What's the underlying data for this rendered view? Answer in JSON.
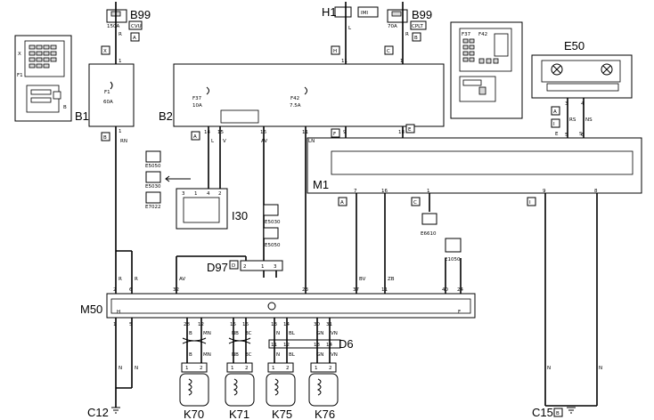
{
  "components": {
    "b99_left": "B99",
    "b99_right": "B99",
    "h1": "H1",
    "e50": "E50",
    "b1": "B1",
    "b2": "B2",
    "m1": "M1",
    "i30": "I30",
    "d97": "D97",
    "m50": "M50",
    "d6": "D6",
    "c12": "C12",
    "c15": "C15",
    "k70": "K70",
    "k71": "K71",
    "k75": "K75",
    "k76": "K76"
  },
  "tags": {
    "b99l_fuse": "150A",
    "b99l_code": "CVU",
    "b99r_fuse": "70A",
    "b99r_code": "CPLT",
    "h1_code": "IMI",
    "e50_e": "E",
    "e50_s": "S",
    "f37_inset": "F37",
    "f42_inset": "F42",
    "c15_box": "B",
    "d97_box": "D",
    "conn_x": "X",
    "conn_h": "H",
    "conn_c": "C",
    "conn_b": "B",
    "conn_a_top": "A",
    "conn_a_b99r": "B",
    "conn_a": "A",
    "conn_f": "F",
    "conn_e": "E",
    "conn_a_e50": "A",
    "conn_i": "I",
    "conn_a_m1": "A",
    "conn_c_m1": "C",
    "conn_i_m1": "I",
    "conn_h_m50": "H",
    "conn_f_m50": "F"
  },
  "fuses": {
    "b1_name": "F1",
    "b1_rating": "60A",
    "f37_name": "F37",
    "f37_rating": "10A",
    "f42_name": "F42",
    "f42_rating": "7.5A"
  },
  "side_items": {
    "e5050_top": "E5050",
    "e5030_top": "E5030",
    "e7022": "E7022",
    "e5030_mid": "E5030",
    "e5050_mid": "E5050",
    "e6610": "E6610",
    "e1050": "E1050"
  },
  "pins": {
    "b1_top": "1",
    "b1_bottom": "1",
    "b2_14": "14",
    "b2_15": "15",
    "b2_16": "16",
    "b2_11": "11",
    "b2_9": "9",
    "b2_18": "18",
    "b2_top_11": "11",
    "b2_top_1": "1",
    "e50_3": "3",
    "e50_4": "4",
    "e50_5": "5",
    "e50_6": "6",
    "m1_7": "7",
    "m1_16": "16",
    "m1_1": "1",
    "m1_9": "9",
    "m1_8": "8",
    "i30_3": "3",
    "i30_1": "1",
    "i30_4": "4",
    "i30_2": "2",
    "d97_2": "2",
    "d97_1": "1",
    "d97_3": "3",
    "m50_2": "2",
    "m50_6": "6",
    "m50_32": "32",
    "m50_23": "23",
    "m50_37": "37",
    "m50_11": "11",
    "m50_40": "40",
    "m50_24": "24",
    "m50_b1": "1",
    "m50_b5": "5",
    "m50_b28": "28",
    "m50_b12": "12",
    "m50_b15": "15",
    "m50_b16": "16",
    "m50_b13": "13",
    "m50_b14": "14",
    "m50_b30": "30",
    "m50_b31": "31",
    "d6_11": "11",
    "d6_12": "12",
    "d6_13": "13",
    "d6_14": "14",
    "k70_1": "1",
    "k70_2": "2",
    "k71_1": "1",
    "k71_2": "2",
    "k75_1": "1",
    "k75_2": "2",
    "k76_1": "1",
    "k76_2": "2"
  },
  "wire_colors": {
    "b99l": "R",
    "h1": "L",
    "b99r": "R",
    "b1_out": "RN",
    "b2_a_l": "L",
    "b2_a_v": "V",
    "b2_av": "AV",
    "b2_ln": "LN",
    "e50_rs": "RS",
    "e50_ns": "NS",
    "m1_bv": "BV",
    "m1_zb": "ZB",
    "m1_n1": "N",
    "m1_n2": "N",
    "c12_r1": "R",
    "c12_r2": "R",
    "d97_av": "AV",
    "c12_n1": "N",
    "c12_n2": "N",
    "k70_b": "B",
    "k70_mn": "MN",
    "k71_nb": "NB",
    "k71_bc": "BC",
    "k75_n": "N",
    "k75_bl": "BL",
    "k75_n2": "N",
    "k75_bl2": "BL",
    "k76_gn": "GN",
    "k76_vn": "VN",
    "k76_gn2": "GN",
    "k76_vn2": "VN",
    "k70_b2": "B",
    "k70_mn2": "MN",
    "k71_nb2": "NB",
    "k71_bc2": "BC"
  },
  "colors": {
    "line": "#000000",
    "background": "#ffffff",
    "fill_grey": "#d8d8d8"
  }
}
